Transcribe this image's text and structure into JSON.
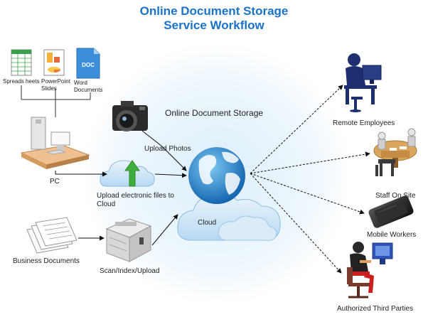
{
  "title_line1": "Online Document Storage",
  "title_line2": "Service Workflow",
  "center_label": "Online Document Storage",
  "cloud_label": "Cloud",
  "files": {
    "spreadsheets": "Spreads heets",
    "powerpoint": "PowerPoint Slides",
    "word": "Word Documents",
    "word_icon_text": "DOC"
  },
  "sources": {
    "pc": "PC",
    "business_documents": "Business Documents"
  },
  "steps": {
    "upload_photos": "Upload Photos",
    "upload_files": "Upload electronic files to Cloud",
    "scan": "Scan/Index/Upload"
  },
  "users": {
    "remote": "Remote Employees",
    "staff": "Staff On Site",
    "mobile": "Mobile Workers",
    "third_parties": "Authorized Third Parties"
  },
  "icons": [
    "spreadsheet-icon",
    "powerpoint-icon",
    "word-doc-icon",
    "pc-icon",
    "camera-icon",
    "upload-arrow-icon",
    "business-documents-icon",
    "scanner-icon",
    "globe-icon",
    "remote-employee-icon",
    "meeting-table-icon",
    "mobile-phone-icon",
    "third-party-icon"
  ],
  "colors": {
    "title": "#1a73c8",
    "globe": "#1e8fd6",
    "cloud": "#cfe6f7",
    "upload_arrow": "#3fae3c",
    "navy": "#1d2f6f"
  }
}
